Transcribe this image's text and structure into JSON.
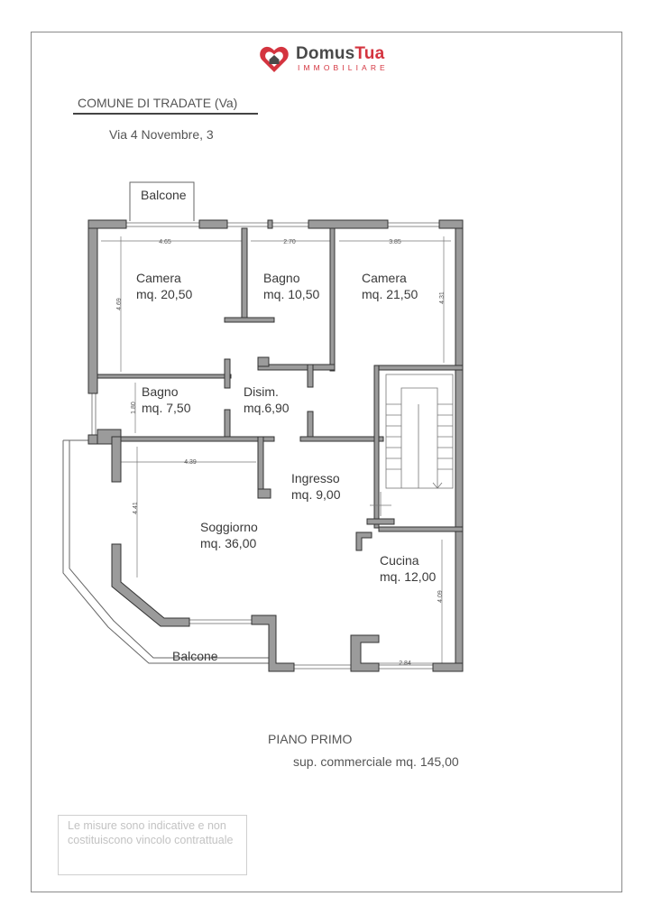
{
  "logo": {
    "brand_main": "Domus",
    "brand_accent": "Tua",
    "subtitle": "IMMOBILIARE",
    "icon": "heart-house-icon",
    "accent_color": "#d4343f"
  },
  "header": {
    "comune": "COMUNE DI  TRADATE (Va)",
    "address": "Via 4 Novembre, 3"
  },
  "rooms": [
    {
      "name": "Camera",
      "area": "mq. 20,50"
    },
    {
      "name": "Bagno",
      "area": "mq. 10,50"
    },
    {
      "name": "Camera",
      "area": "mq. 21,50"
    },
    {
      "name": "Bagno",
      "area": "mq. 7,50"
    },
    {
      "name": "Disim.",
      "area": "mq.6,90"
    },
    {
      "name": "Ingresso",
      "area": "mq. 9,00"
    },
    {
      "name": "Soggiorno",
      "area": "mq. 36,00"
    },
    {
      "name": "Cucina",
      "area": "mq. 12,00"
    }
  ],
  "balconies": {
    "top": "Balcone",
    "bottom": "Balcone"
  },
  "dimensions": {
    "d1": "4.65",
    "d2": "2.70",
    "d3": "3.85",
    "d4": "4.69",
    "d5": "4.31",
    "d6": "1.80",
    "d7": "4.39",
    "d8": "4.41",
    "d9": "4.09",
    "d10": "2.84"
  },
  "footer": {
    "floor": "PIANO PRIMO",
    "surface": "sup. commerciale mq. 145,00",
    "disclaimer": "Le misure sono indicative e non costituiscono  vincolo contrattuale"
  },
  "colors": {
    "wall_fill": "#9b9b9b",
    "wall_stroke": "#333333"
  }
}
